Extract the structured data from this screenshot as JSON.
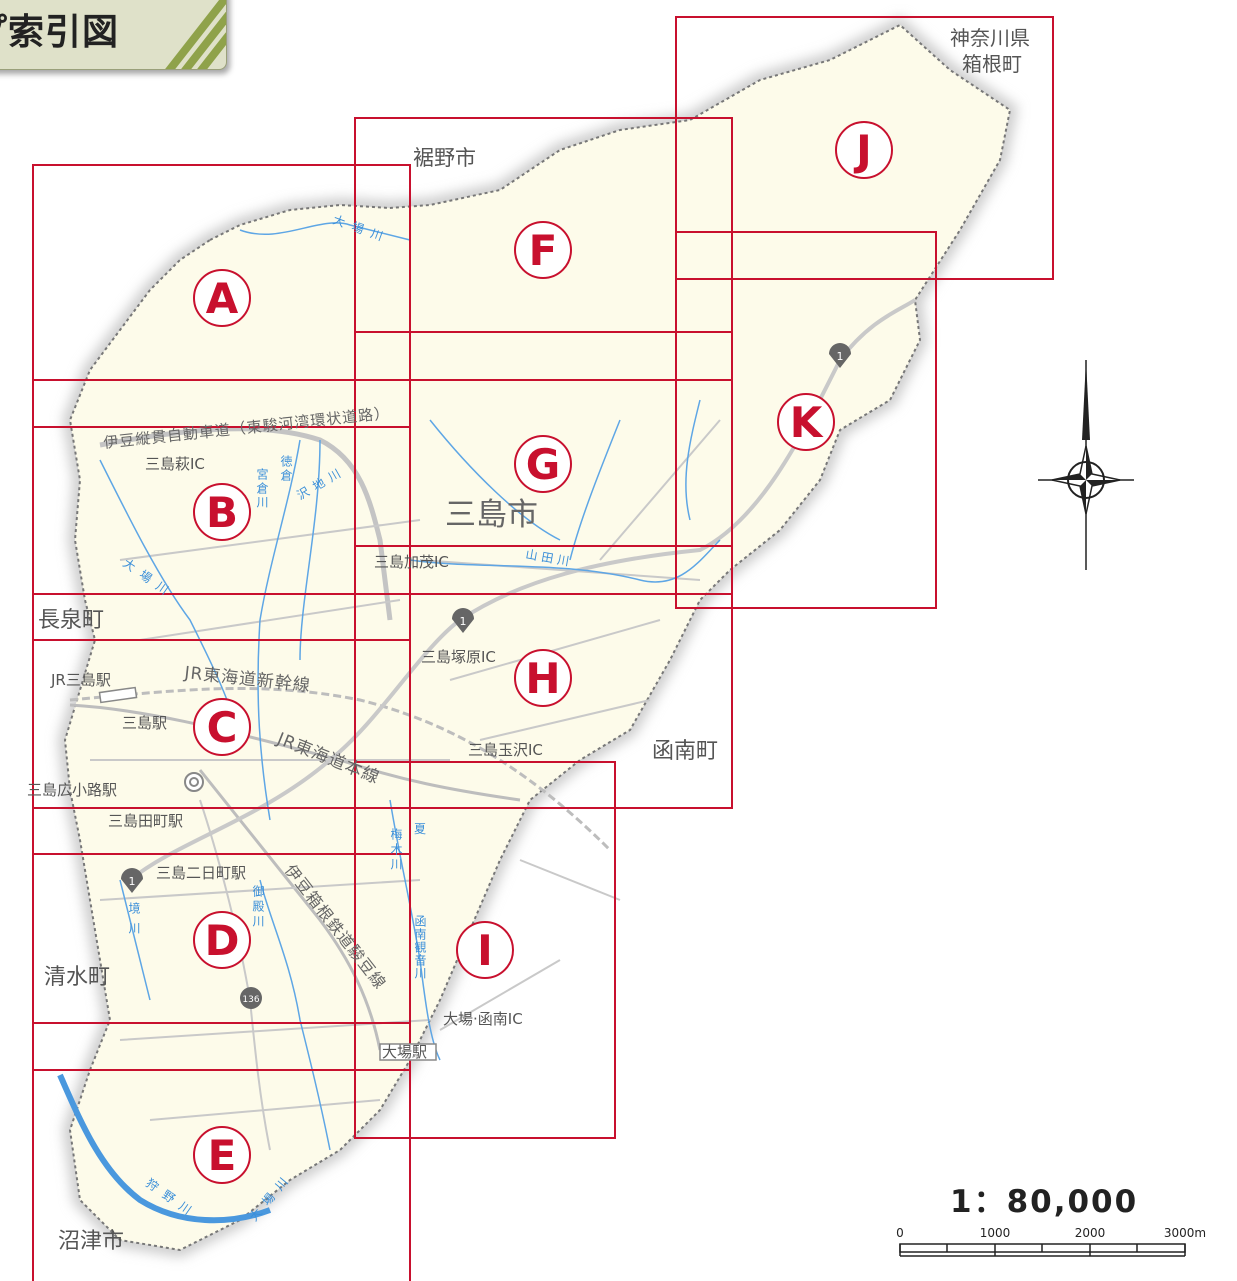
{
  "title": "プ索引図",
  "cells": [
    {
      "id": "A",
      "label": "A"
    },
    {
      "id": "B",
      "label": "B"
    },
    {
      "id": "C",
      "label": "C"
    },
    {
      "id": "D",
      "label": "D"
    },
    {
      "id": "E",
      "label": "E"
    },
    {
      "id": "F",
      "label": "F"
    },
    {
      "id": "G",
      "label": "G"
    },
    {
      "id": "H",
      "label": "H"
    },
    {
      "id": "I",
      "label": "I"
    },
    {
      "id": "J",
      "label": "J"
    },
    {
      "id": "K",
      "label": "K"
    }
  ],
  "places": {
    "city": "三島市",
    "susono": "裾野市",
    "kanagawa": "神奈川県",
    "hakone": "箱根町",
    "nagaizumi": "長泉町",
    "kannami": "函南町",
    "shimizu": "清水町",
    "numazu": "沼津市"
  },
  "stations": {
    "jr_mishima": "JR三島駅",
    "mishima": "三島駅",
    "hirokoji": "三島広小路駅",
    "tamachi": "三島田町駅",
    "futsukamachi": "三島二日町駅",
    "daiba": "大場駅"
  },
  "interchanges": {
    "hagi": "三島萩IC",
    "kamo": "三島加茂IC",
    "tsukahara": "三島塚原IC",
    "tamasawa": "三島玉沢IC",
    "daiba_kannami": "大場·函南IC"
  },
  "routes": {
    "izu_expressway": "伊豆縦貫自動車道（東駿河湾環状道路）",
    "shinkansen": "JR東海道新幹線",
    "tokaido": "JR東海道本線",
    "izuhakone": "伊豆箱根鉄道駿豆線"
  },
  "road_badges": {
    "r1_upper": "1",
    "r1_mid": "1",
    "r1_lower": "1",
    "r136": "136"
  },
  "rivers": {
    "daiba_upper": "大場川",
    "daiba_lower": "大場川",
    "tokura": "徳倉",
    "miyakura": "宮倉川",
    "sawachi": "沢地川",
    "yamada": "山田川",
    "umenoki": "梅木川",
    "natsu": "夏",
    "goten": "御殿川",
    "sakai": "境川",
    "kannon": "函南観音川",
    "kano": "狩野川",
    "daiba_e": "大場川"
  },
  "scale": {
    "ratio": "1：80,000",
    "ticks": [
      "0",
      "1000",
      "2000",
      "3000m"
    ]
  },
  "colors": {
    "grid": "#c8102e",
    "land": "#fdfbea",
    "halo": "#dddddd",
    "river": "#3b8fd9",
    "label": "#555555",
    "road": "#c9c9c9"
  }
}
